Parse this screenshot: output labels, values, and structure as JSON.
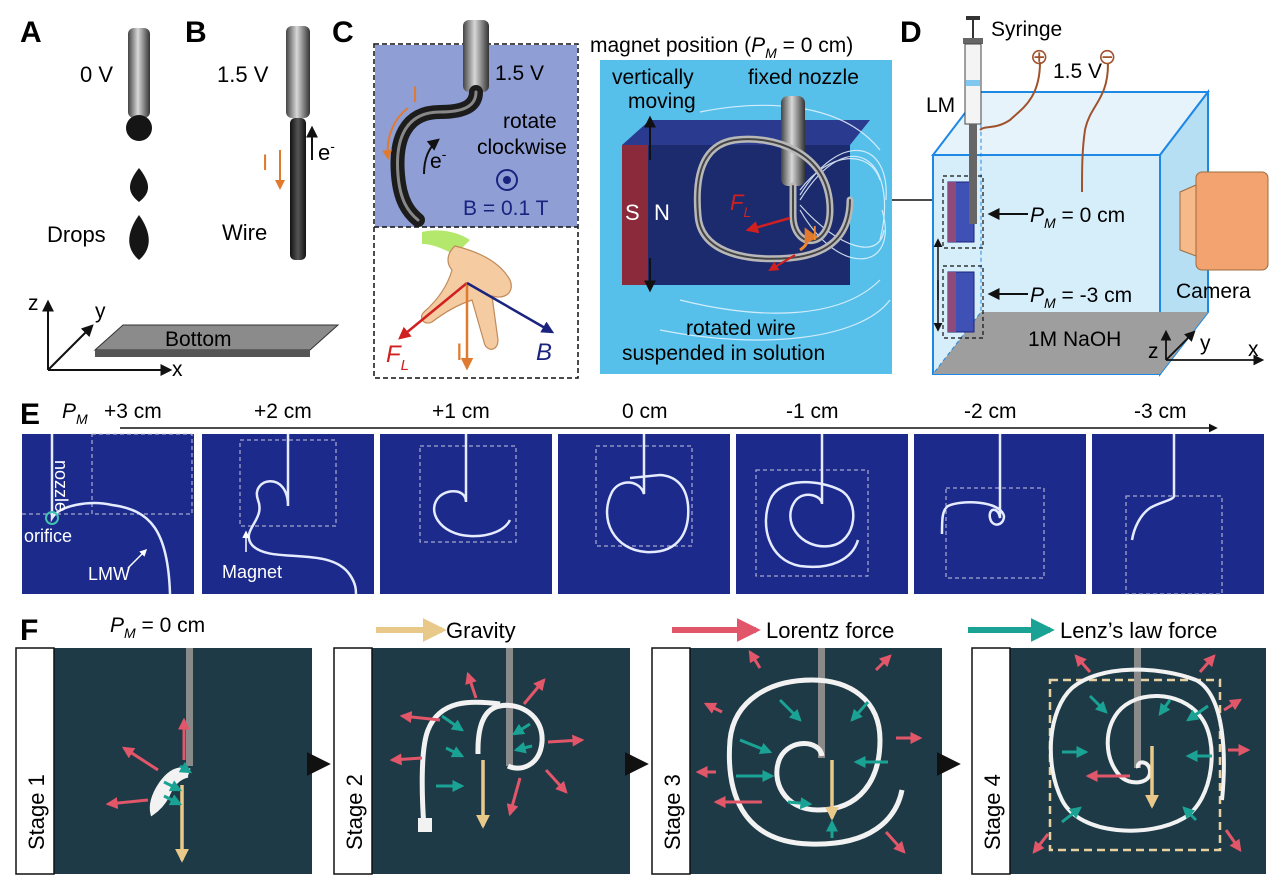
{
  "panel_labels": {
    "a": "A",
    "b": "B",
    "c": "C",
    "d": "D",
    "e": "E",
    "f": "F"
  },
  "panel_a": {
    "voltage": "0 V",
    "drops": "Drops",
    "bottom": "Bottom",
    "axis_z": "z",
    "axis_y": "y",
    "axis_x": "x"
  },
  "panel_b": {
    "voltage": "1.5 V",
    "current": "I",
    "electron": "e",
    "electron_sup": "-",
    "wire": "Wire"
  },
  "panel_c_left": {
    "voltage": "1.5 V",
    "current": "I",
    "electron": "e",
    "electron_sup": "-",
    "rotate": "rotate",
    "clockwise": "clockwise",
    "field": "B = 0.1 T",
    "force_f": "F",
    "force_sub": "L",
    "hand_current": "I",
    "hand_b": "B"
  },
  "panel_c_right": {
    "magnet_position_pre": "magnet position (",
    "magnet_position_p": "P",
    "magnet_position_sub": "M",
    "magnet_position_post": " = 0 cm)",
    "vertically": "vertically",
    "moving": "moving",
    "fixed_nozzle": "fixed nozzle",
    "s": "S",
    "n": "N",
    "force_f": "F",
    "force_sub": "L",
    "current": "I",
    "rotated_wire": "rotated wire",
    "suspended": "suspended in solution"
  },
  "panel_d": {
    "syringe": "Syringe",
    "lm": "LM",
    "plus": "⊕",
    "minus": "⊖",
    "voltage": "1.5 V",
    "pm_p": "P",
    "pm_sub": "M",
    "pm_top_val": " = 0 cm",
    "pm_bottom_val": " = -3 cm",
    "camera": "Camera",
    "solution": "1M NaOH",
    "axis_z": "z",
    "axis_y": "y",
    "axis_x": "x"
  },
  "panel_e": {
    "pm_p": "P",
    "pm_sub": "M",
    "positions": [
      "+3 cm",
      "+2 cm",
      "+1 cm",
      "0 cm",
      "-1 cm",
      "-2 cm",
      "-3 cm"
    ],
    "nozzle": "nozzle",
    "orifice": "orifice",
    "lmw": "LMW",
    "magnet": "Magnet"
  },
  "panel_f": {
    "pm_p": "P",
    "pm_sub": "M",
    "pm_val": " = 0 cm",
    "stages": [
      "Stage 1",
      "Stage 2",
      "Stage 3",
      "Stage 4"
    ],
    "legend": [
      {
        "label": "Gravity",
        "color": "#e8c98a"
      },
      {
        "label": "Lorentz force",
        "color": "#e2566a"
      },
      {
        "label": "Lenz’s law force",
        "color": "#1aa394"
      }
    ]
  },
  "colors": {
    "blue_panel": "#8f9fd6",
    "cyan_panel": "#56c0ea",
    "dark_blue_photo": "#1c2a8c",
    "dark_teal": "#1e3a46",
    "red": "#e2566a",
    "teal": "#1aa394",
    "gold": "#e8c98a",
    "orange": "#e07a2e"
  }
}
